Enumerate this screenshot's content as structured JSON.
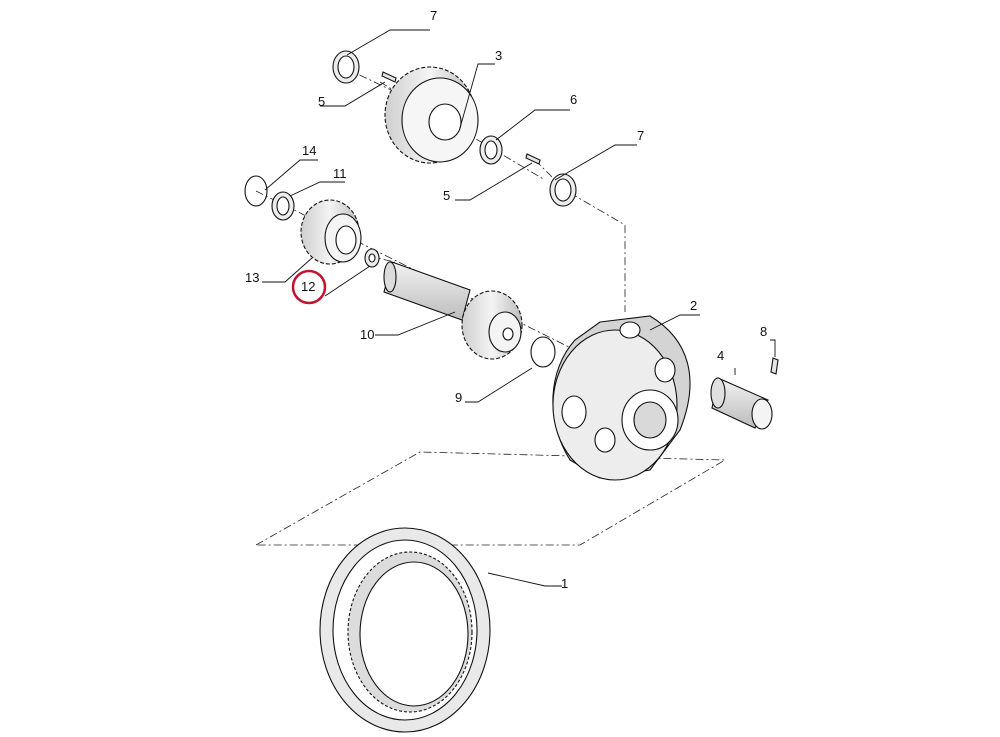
{
  "diagram": {
    "callouts": {
      "p1": "1",
      "p2": "2",
      "p3": "3",
      "p4": "4",
      "p5a": "5",
      "p5b": "5",
      "p6": "6",
      "p7a": "7",
      "p7b": "7",
      "p8": "8",
      "p9": "9",
      "p10": "10",
      "p11": "11",
      "p12": "12",
      "p13": "13",
      "p14": "14"
    },
    "highlight_color": "#c0152f",
    "highlighted_callout": "12"
  }
}
